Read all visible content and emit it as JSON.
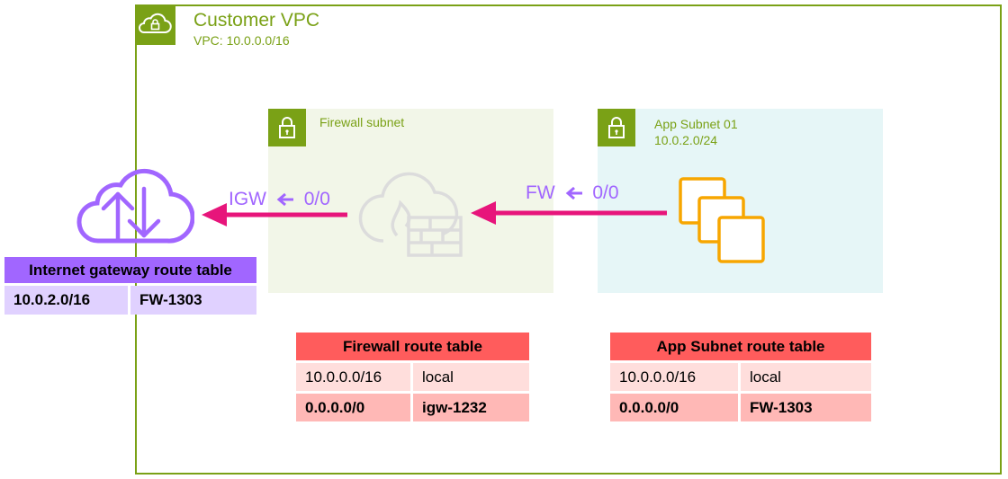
{
  "vpc": {
    "title": "Customer VPC",
    "subtitle": "VPC: 10.0.0.0/16"
  },
  "firewall_subnet": {
    "title": "Firewall subnet"
  },
  "app_subnet": {
    "title": "App Subnet 01",
    "cidr": "10.0.2.0/24"
  },
  "arrows": {
    "igw": {
      "target": "IGW",
      "dest": "0/0"
    },
    "fw": {
      "target": "FW",
      "dest": "0/0"
    }
  },
  "igw_route_table": {
    "title": "Internet gateway route table",
    "rows": [
      {
        "destination": "10.0.2.0/16",
        "target": "FW-1303"
      }
    ]
  },
  "firewall_route_table": {
    "title": "Firewall route table",
    "rows": [
      {
        "destination": "10.0.0.0/16",
        "target": "local"
      },
      {
        "destination": "0.0.0.0/0",
        "target": "igw-1232"
      }
    ]
  },
  "app_route_table": {
    "title": "App Subnet route table",
    "rows": [
      {
        "destination": "10.0.0.0/16",
        "target": "local"
      },
      {
        "destination": "0.0.0.0/0",
        "target": "FW-1303"
      }
    ]
  },
  "colors": {
    "vpc_green": "#7aa116",
    "igw_purple": "#a166ff",
    "arrow_magenta": "#e7157b",
    "app_orange": "#f7a600",
    "route_red": "#ff5c5c"
  },
  "icons": {
    "vpc": "vpc-cloud-lock-icon",
    "subnet_lock": "lock-icon",
    "internet_gateway": "internet-gateway-cloud-icon",
    "firewall": "network-firewall-icon",
    "app_instances": "ec2-instances-icon"
  }
}
